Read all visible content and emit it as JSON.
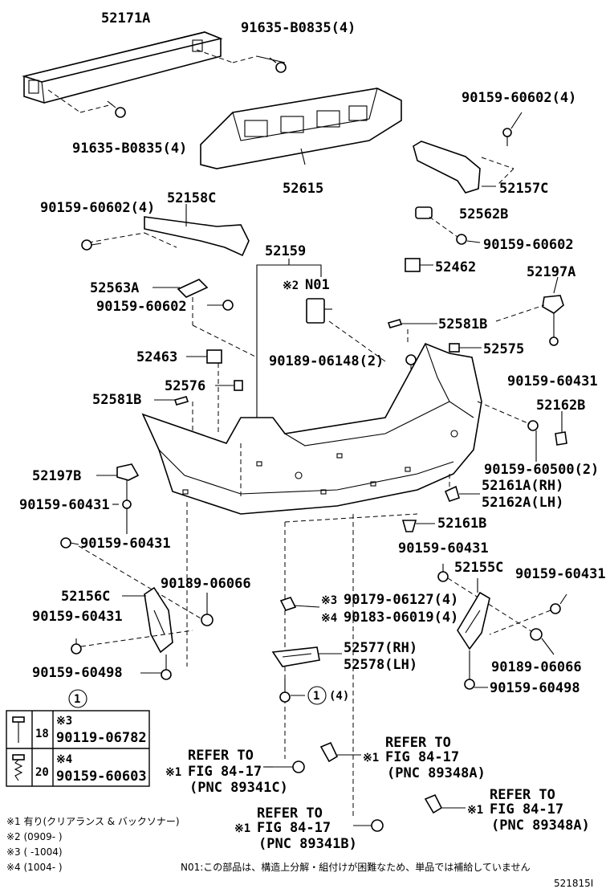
{
  "parts": {
    "p52171A": "52171A",
    "p91635_top": "91635-B0835(4)",
    "p91635_bot": "91635-B0835(4)",
    "p52615": "52615",
    "p90159_60602_4a": "90159-60602(4)",
    "p52157C": "52157C",
    "p52562B": "52562B",
    "p90159_60602_4b": "90159-60602(4)",
    "p52158C": "52158C",
    "p90159_60602_r": "90159-60602",
    "p52159": "52159",
    "p52462": "52462",
    "pN01_mark": "※2",
    "pN01": "N01",
    "p52197A": "52197A",
    "p52563A": "52563A",
    "p90159_60602_l": "90159-60602",
    "p52581B_r": "52581B",
    "p52463": "52463",
    "p90189_06148": "90189-06148(2)",
    "p52575": "52575",
    "p52576": "52576",
    "p90159_60431_a": "90159-60431",
    "p52581B_l": "52581B",
    "p52162B": "52162B",
    "p52197B": "52197B",
    "p90159_60500": "90159-60500(2)",
    "p52161A": "52161A(RH)",
    "p52162A": "52162A(LH)",
    "p90159_60431_b": "90159-60431",
    "p52161B": "52161B",
    "p90159_60431_c": "90159-60431",
    "p90159_60431_d": "90159-60431",
    "p52155C": "52155C",
    "p90159_60431_e": "90159-60431",
    "p90189_06066_l": "90189-06066",
    "p52156C": "52156C",
    "p90179_mark": "※3",
    "p90179": "90179-06127(4)",
    "p90183_mark": "※4",
    "p90183": "90183-06019(4)",
    "p90159_60431_f": "90159-60431",
    "p52577": "52577(RH)",
    "p52578": "52578(LH)",
    "p90189_06066_r": "90189-06066",
    "p90159_60498_l": "90159-60498",
    "p90159_60498_r": "90159-60498",
    "p_circle1_qty": "(4)"
  },
  "legend": {
    "circle": "1",
    "row1_mark": "※3",
    "row1_len": "18",
    "row1_part": "90119-06782",
    "row2_mark": "※4",
    "row2_len": "20",
    "row2_part": "90159-60603"
  },
  "refs": {
    "r1_mark": "※1",
    "r1_l1": "REFER TO",
    "r1_l2": "FIG 84-17",
    "r1_l3": "(PNC 89341C)",
    "r2_mark": "※1",
    "r2_l1": "REFER TO",
    "r2_l2": "FIG 84-17",
    "r2_l3": "(PNC 89348A)",
    "r3_mark": "※1",
    "r3_l1": "REFER TO",
    "r3_l2": "FIG 84-17",
    "r3_l3": "(PNC 89341B)",
    "r4_mark": "※1",
    "r4_l1": "REFER TO",
    "r4_l2": "FIG 84-17",
    "r4_l3": "(PNC 89348A)"
  },
  "notes": {
    "n1": "※1 有り(クリアランス & バックソナー)",
    "n2": "※2 (0909-      )",
    "n3": "※3 (      -1004)",
    "n4": "※4 (1004-      )",
    "n01": "N01:この部品は、構造上分解・組付けが困難なため、単品では補給していません",
    "fig_id": "521815I"
  }
}
